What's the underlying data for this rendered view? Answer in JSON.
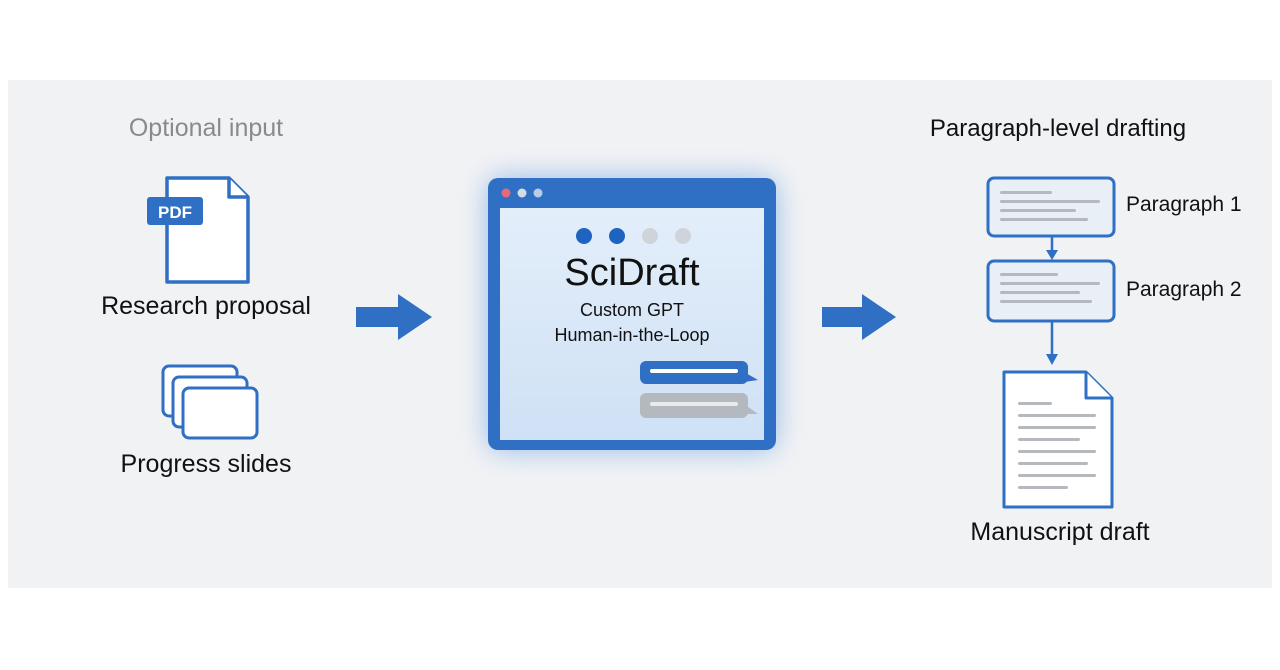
{
  "input": {
    "title": "Optional input",
    "items": [
      {
        "label": "Research proposal",
        "icon": "pdf-file-icon",
        "badge": "PDF"
      },
      {
        "label": "Progress slides",
        "icon": "slides-stack-icon"
      }
    ]
  },
  "center": {
    "title": "SciDraft",
    "line1": "Custom GPT",
    "line2": "Human-in-the-Loop",
    "icon": "app-window-icon"
  },
  "output": {
    "title": "Paragraph-level drafting",
    "paragraphs": [
      "Paragraph 1",
      "Paragraph 2"
    ],
    "result": "Manuscript draft",
    "result_icon": "document-icon"
  },
  "colors": {
    "accent": "#2f6fc4",
    "accent_dark": "#1f5fb0",
    "window_fill": "#d9e8f8",
    "card_fill": "#e9eff6",
    "muted_text": "#8a8a8a",
    "background": "#f1f2f4"
  }
}
